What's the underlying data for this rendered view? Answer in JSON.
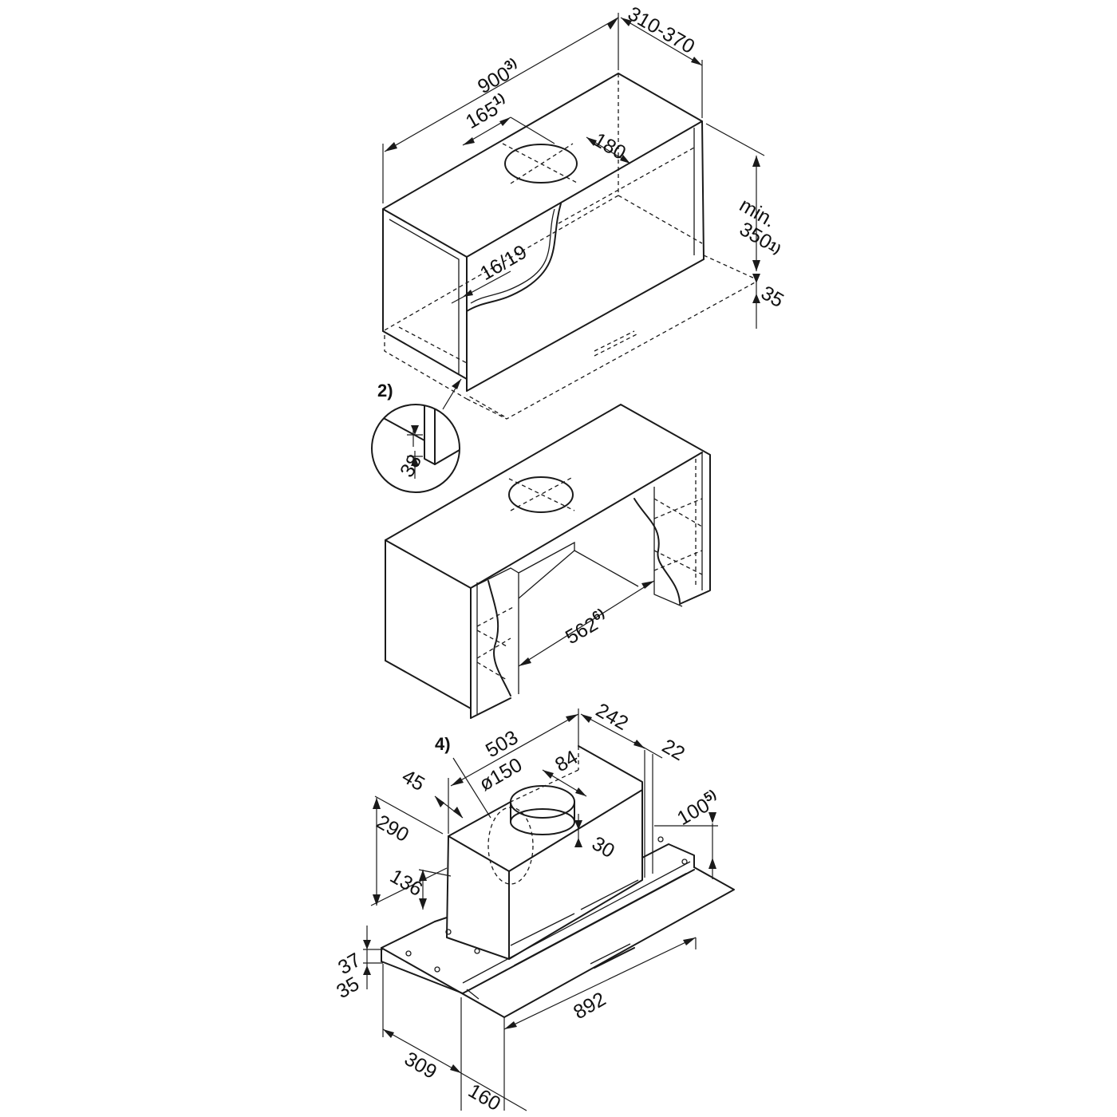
{
  "dimensions": {
    "cabinet_width": "900",
    "cabinet_width_note": "3)",
    "cabinet_depth": "310-370",
    "duct_offset": "165",
    "duct_offset_note": "1)",
    "duct_cutout": "180",
    "min_height_label": "min.",
    "min_height": "350",
    "min_height_note": "1)",
    "shelf_gap": "35",
    "panel_thickness": "16/19",
    "detail_height": "38",
    "inner_width": "562",
    "inner_width_note": "6)",
    "unit_width": "503",
    "unit_depth": "242",
    "rear_gap": "22",
    "duct_diameter": "ø150",
    "duct_center_offset": "84",
    "side_offset": "45",
    "unit_height": "290",
    "duct_height": "136",
    "duct_collar": "30",
    "front_height": "100",
    "front_height_note": "5)",
    "visor_height": "37",
    "visor_gap": "35",
    "visor_width": "892",
    "visor_depth": "309",
    "visor_front": "160"
  },
  "notes": {
    "detail_marker": "2)",
    "duct_marker": "4)"
  }
}
